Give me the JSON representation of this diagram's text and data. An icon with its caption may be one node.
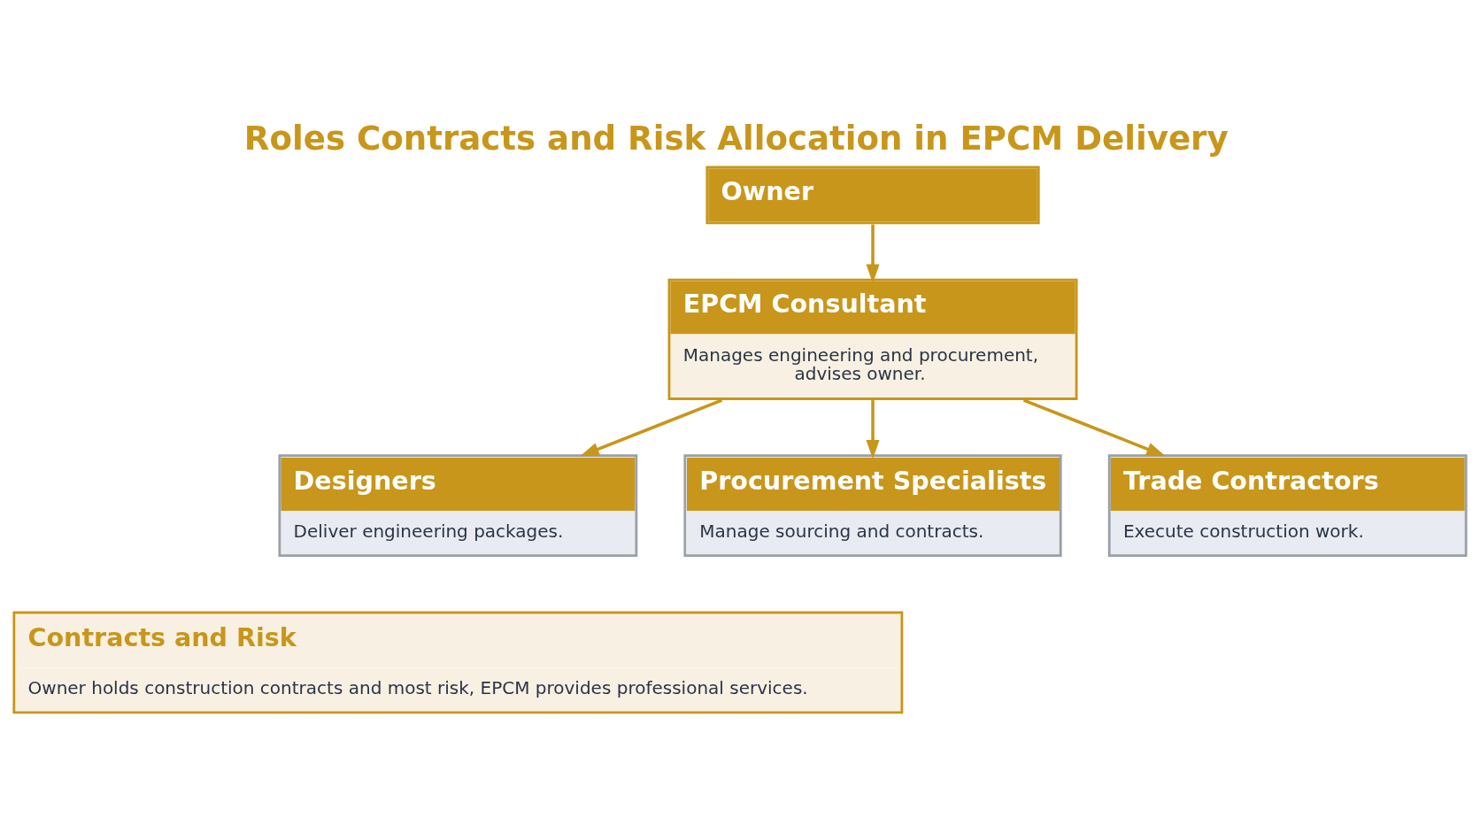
{
  "diagram": {
    "title": "Roles Contracts and Risk Allocation in EPCM Delivery",
    "nodes": [
      {
        "text": [
          "Owner"
        ]
      },
      {
        "text": [
          "EPCM Consultant",
          "Manages engineering and procurement, advises owner."
        ]
      },
      {
        "text": [
          "Designers",
          "Deliver engineering packages."
        ]
      },
      {
        "text": [
          "Procurement Specialists",
          "Manage sourcing and contracts."
        ]
      },
      {
        "text": [
          "Trade Contractors",
          "Execute construction work."
        ]
      },
      {
        "text": [
          "Contracts and Risk",
          "Owner holds construction contracts and most risk, EPCM provides professional services."
        ]
      }
    ],
    "edges": [
      {
        "from": 0,
        "to": 1,
        "arrow": "to"
      },
      {
        "from": 1,
        "to": 2,
        "arrow": "to"
      },
      {
        "from": 1,
        "to": 3,
        "arrow": "to"
      },
      {
        "from": 1,
        "to": 4,
        "arrow": "to"
      }
    ]
  }
}
